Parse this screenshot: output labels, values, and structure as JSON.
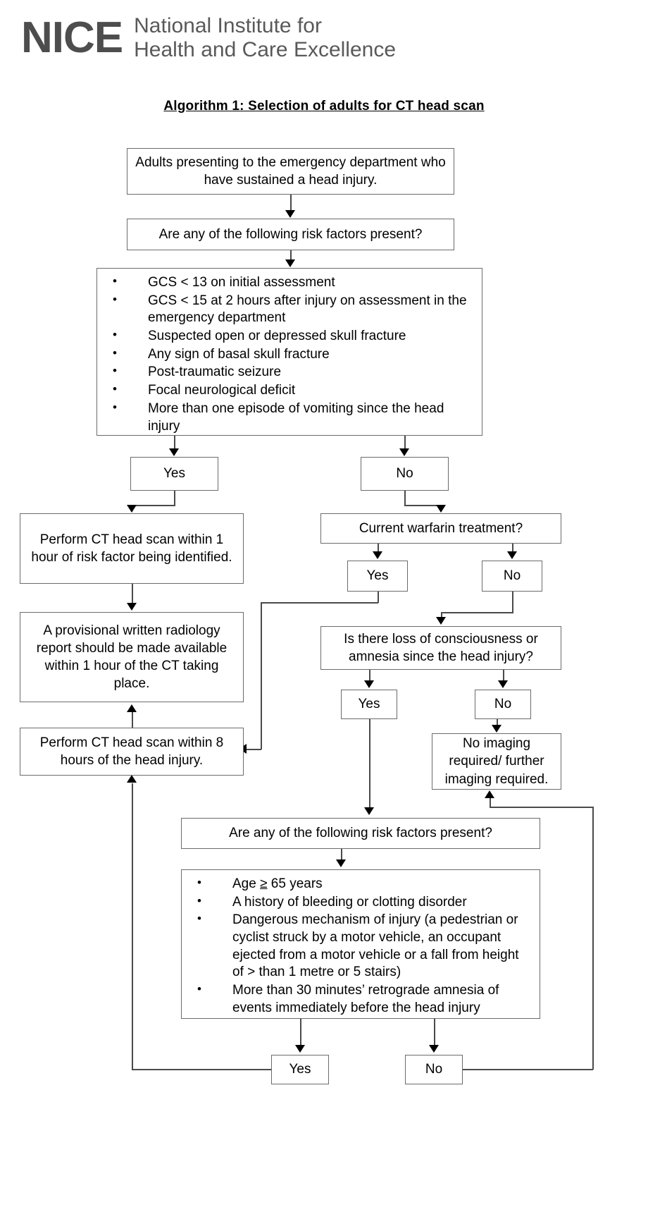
{
  "logo": {
    "mark": "NICE",
    "line1": "National Institute for",
    "line2": "Health and Care Excellence"
  },
  "title": "Algorithm 1: Selection of adults for CT head scan",
  "nodes": {
    "start": "Adults presenting to the emergency department who have sustained a head injury.",
    "q_risk_1": "Are any of the following risk factors present?",
    "risk_list_1": [
      "GCS < 13 on initial assessment",
      "GCS < 15 at 2 hours after injury on assessment in the emergency department",
      "Suspected open or depressed skull fracture",
      "Any sign of basal skull fracture",
      "Post-traumatic seizure",
      "Focal neurological deficit",
      "More than one episode of vomiting since the head injury"
    ],
    "risk1_yes": "Yes",
    "risk1_no": "No",
    "ct_1_hour": "Perform CT head scan within 1 hour of risk factor being identified.",
    "radiology_report": "A provisional written radiology report should be made available within 1 hour of the CT taking place.",
    "ct_8_hours": "Perform CT head scan within 8 hours of the head injury.",
    "q_warfarin": "Current warfarin treatment?",
    "warfarin_yes": "Yes",
    "warfarin_no": "No",
    "q_loc": "Is there loss of consciousness or amnesia since the head injury?",
    "loc_yes": "Yes",
    "loc_no": "No",
    "no_imaging": "No imaging required/ further imaging required.",
    "q_risk_2": "Are any of the following risk factors present?",
    "risk_list_2": [
      "Age ≥ 65 years",
      "A history of bleeding or clotting disorder",
      "Dangerous mechanism of injury (a pedestrian or cyclist struck by a motor vehicle, an occupant ejected from a motor vehicle or a fall from height of > than 1 metre or 5 stairs)",
      "More than 30 minutes’ retrograde amnesia of events immediately before the head injury"
    ],
    "risk2_yes": "Yes",
    "risk2_no": "No"
  },
  "colors": {
    "box_border": "#6b6b6b",
    "connector": "#4a4a4a",
    "logo_gray": "#4d4d4d",
    "text": "#000000"
  }
}
